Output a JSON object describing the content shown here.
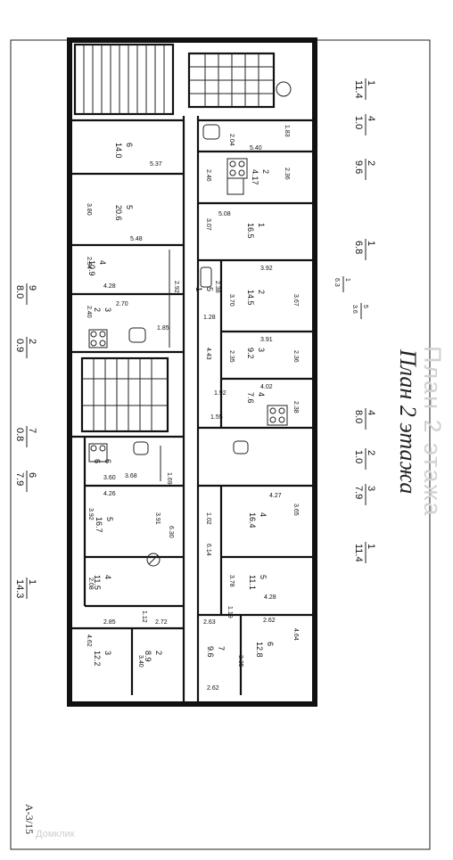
{
  "plan": {
    "title_print": "План 2 этажа",
    "title_hand": "План 2 этажа",
    "page_number": "А-3/15",
    "watermark": "Домклик"
  },
  "right_fractions": [
    {
      "top": "1",
      "bottom": "11.4"
    },
    {
      "top": "4",
      "bottom": "1.0"
    },
    {
      "top": "2",
      "bottom": "9.6"
    },
    {
      "top": "1",
      "bottom": "6.8"
    },
    {
      "top": "1",
      "bottom": "6.3"
    },
    {
      "top": "5",
      "bottom": "3.6"
    },
    {
      "top": "4",
      "bottom": "8.0"
    },
    {
      "top": "2",
      "bottom": "1.0"
    },
    {
      "top": "3",
      "bottom": "7.9"
    },
    {
      "top": "1",
      "bottom": "11.4"
    }
  ],
  "left_fractions": [
    {
      "top": "9",
      "bottom": "8.0"
    },
    {
      "top": "2",
      "bottom": "0.9"
    },
    {
      "top": "7",
      "bottom": "0.8"
    },
    {
      "top": "6",
      "bottom": "7.9"
    },
    {
      "top": "1",
      "bottom": "14.3"
    }
  ],
  "rooms": [
    {
      "id": "r-top-6",
      "num": "6",
      "area": "14.0"
    },
    {
      "id": "r-top-5",
      "num": "5",
      "area": "20.6"
    },
    {
      "id": "r-top-4",
      "num": "4",
      "area": "10.9"
    },
    {
      "id": "r-top-3",
      "num": "3",
      "area": "2"
    },
    {
      "id": "r-k1",
      "num": "1",
      "area": "16.5"
    },
    {
      "id": "r-kitchen2",
      "num": "2",
      "area": "4.17"
    },
    {
      "id": "r-mid-2",
      "num": "2",
      "area": "14.5"
    },
    {
      "id": "r-mid-3",
      "num": "3",
      "area": "9.2"
    },
    {
      "id": "r-mid-4",
      "num": "4",
      "area": "7.6"
    },
    {
      "id": "r-mid-5",
      "num": "5",
      "area": "1"
    },
    {
      "id": "r-lower-6",
      "num": "6",
      "area": "6"
    },
    {
      "id": "r-lower-5",
      "num": "5",
      "area": "16.7"
    },
    {
      "id": "r-lower-4",
      "num": "4",
      "area": "11.5"
    },
    {
      "id": "r-lower-3",
      "num": "3",
      "area": "12.2"
    },
    {
      "id": "r-lower-2",
      "num": "2",
      "area": "8.9"
    },
    {
      "id": "r-right-4",
      "num": "4",
      "area": "16.4"
    },
    {
      "id": "r-right-5",
      "num": "5",
      "area": "11.1"
    },
    {
      "id": "r-right-6",
      "num": "6",
      "area": "12.8"
    },
    {
      "id": "r-right-7",
      "num": "7",
      "area": "9.6"
    }
  ],
  "dims": [
    "5.40",
    "5.37",
    "2.46",
    "2.36",
    "3.92",
    "3.67",
    "3.70",
    "2.38",
    "1.28",
    "2.35",
    "3.91",
    "2.36",
    "4.02",
    "2.38",
    "4.43",
    "1.92",
    "1.55",
    "5.48",
    "3.07",
    "5.08",
    "4.28",
    "3.60",
    "2.70",
    "1.85",
    "4.27",
    "3.65",
    "3.78",
    "4.28",
    "2.85",
    "2.72",
    "2.63",
    "2.62",
    "4.64",
    "2.62",
    "3.35",
    "4.26",
    "3.92",
    "3.91",
    "6.30",
    "1.02",
    "6.14",
    "3.68",
    "2.08",
    "1.69",
    "1.83",
    "3.80",
    "2.54",
    "2.40",
    "2.92",
    "1.12",
    "1.19",
    "4.62",
    "3.40",
    "2.04"
  ]
}
